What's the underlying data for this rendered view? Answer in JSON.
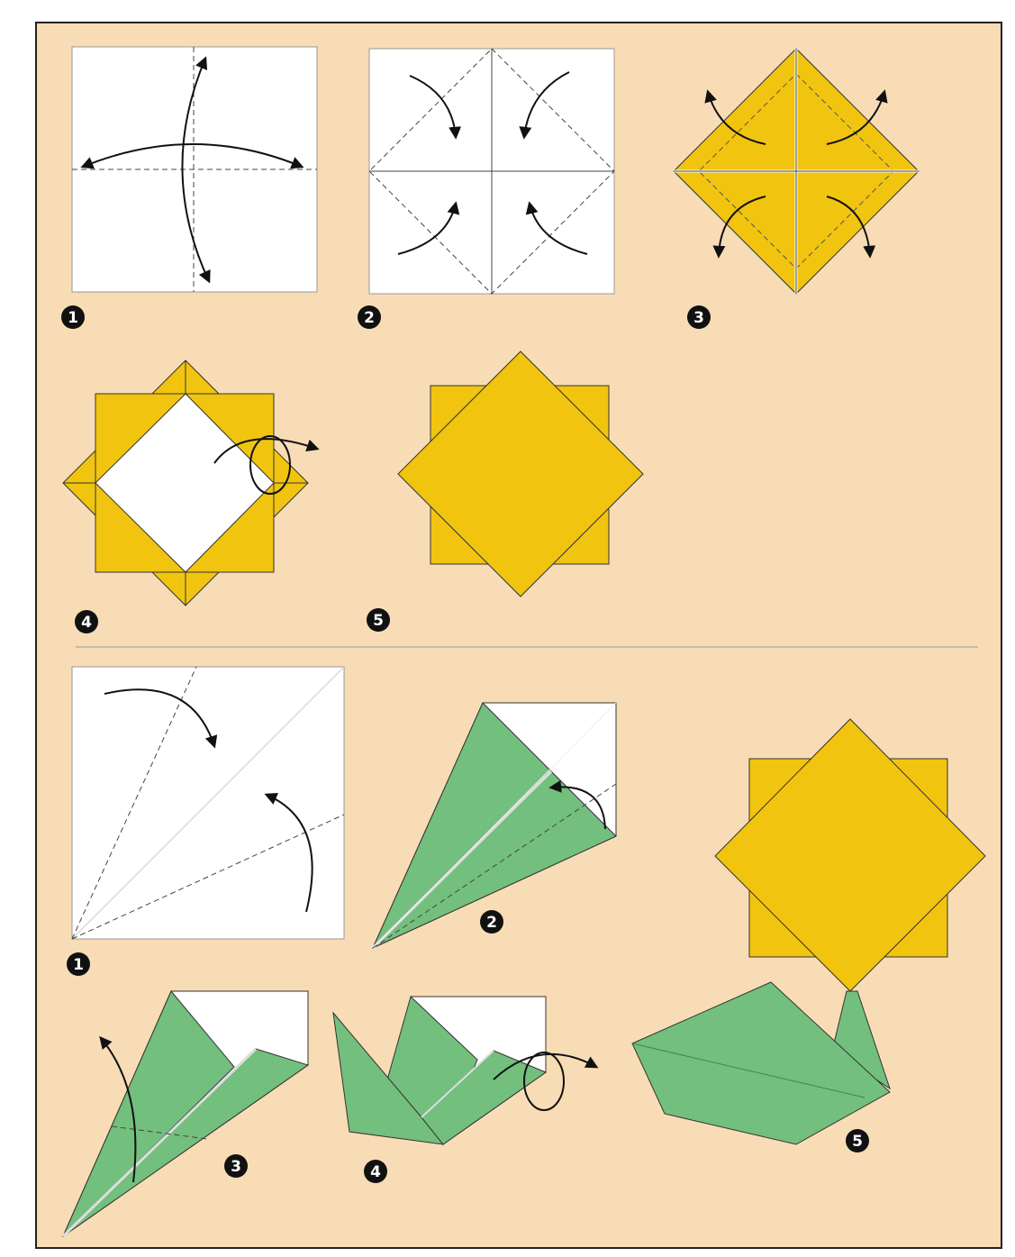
{
  "title": "",
  "colors": {
    "background": "#f8dcb6",
    "paper_white": "#ffffff",
    "yellow": "#f1c40f",
    "green": "#73bf7e",
    "line": "#222222"
  },
  "sections": [
    {
      "name": "flower",
      "steps": [
        {
          "number": "1"
        },
        {
          "number": "2"
        },
        {
          "number": "3"
        },
        {
          "number": "4"
        },
        {
          "number": "5"
        }
      ]
    },
    {
      "name": "stem",
      "steps": [
        {
          "number": "1"
        },
        {
          "number": "2"
        },
        {
          "number": "3"
        },
        {
          "number": "4"
        },
        {
          "number": "5"
        }
      ]
    }
  ]
}
